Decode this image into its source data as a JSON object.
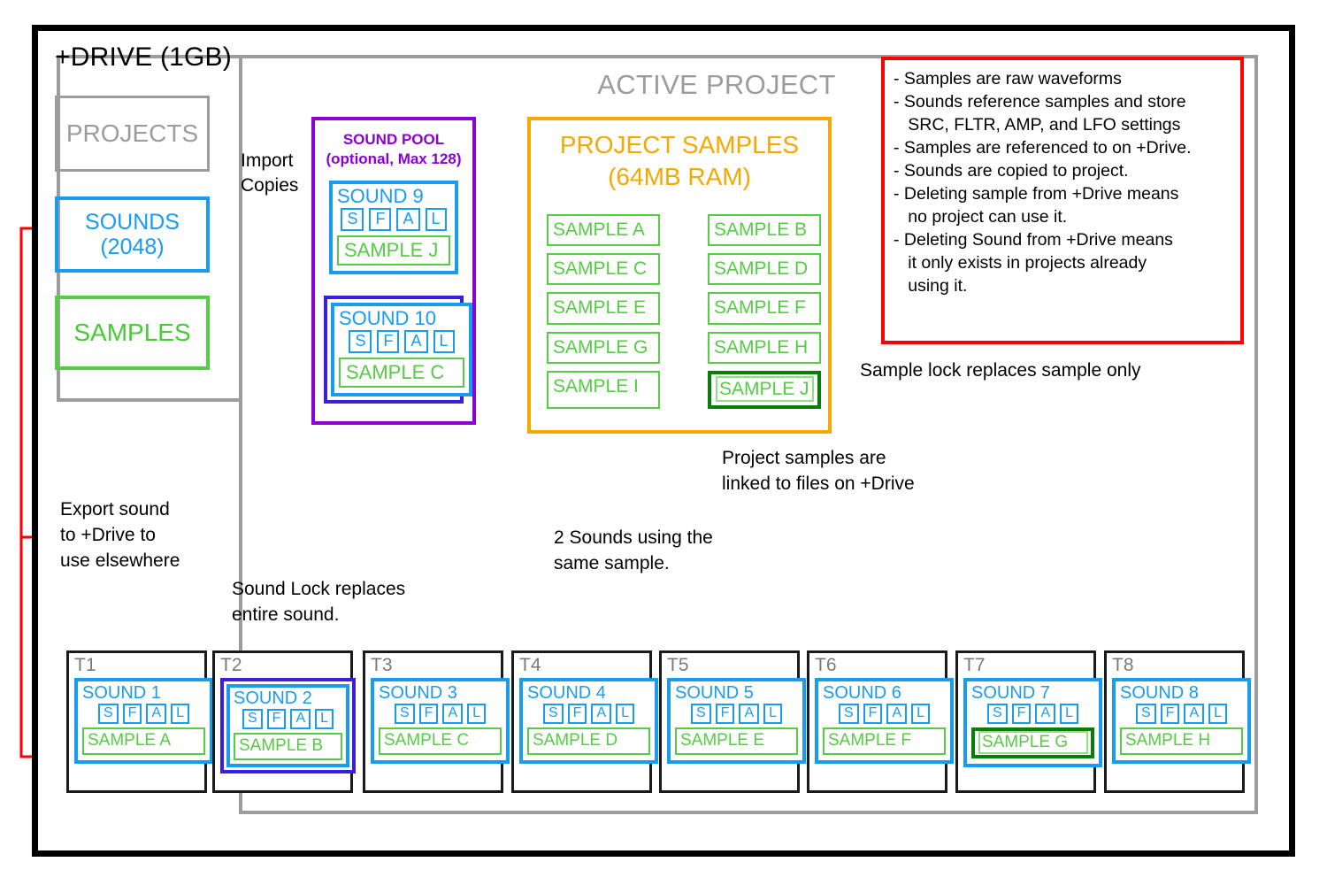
{
  "frame": {
    "label": "+DRIVE (1GB)"
  },
  "drive": {
    "projects": "PROJECTS",
    "sounds_line1": "SOUNDS",
    "sounds_line2": "(2048)",
    "samples": "SAMPLES"
  },
  "active_project": {
    "title": "ACTIVE PROJECT"
  },
  "import_copies": "Import\nCopies",
  "sound_pool": {
    "title_line1": "SOUND POOL",
    "title_line2": "(optional, Max 128)",
    "sounds": [
      {
        "name": "SOUND 9",
        "sfal": [
          "S",
          "F",
          "A",
          "L"
        ],
        "sample": "SAMPLE J"
      },
      {
        "name": "SOUND 10",
        "sfal": [
          "S",
          "F",
          "A",
          "L"
        ],
        "sample": "SAMPLE C"
      }
    ]
  },
  "project_samples": {
    "title_line1": "PROJECT SAMPLES",
    "title_line2": "(64MB RAM)",
    "samples": [
      "SAMPLE A",
      "SAMPLE B",
      "SAMPLE C",
      "SAMPLE D",
      "SAMPLE E",
      "SAMPLE F",
      "SAMPLE G",
      "SAMPLE H",
      "SAMPLE I",
      "SAMPLE J"
    ],
    "locked_sample": "SAMPLE J"
  },
  "notes": [
    "- Samples are raw waveforms",
    "- Sounds reference samples and store",
    "   SRC, FLTR, AMP, and LFO settings",
    "- Samples are referenced to on +Drive.",
    "- Sounds are copied to project.",
    "- Deleting sample from +Drive means",
    "   no project can use it.",
    "- Deleting Sound from +Drive means",
    "   it only exists in projects already",
    "   using it."
  ],
  "callouts": {
    "sample_lock": "Sample lock replaces sample only",
    "project_samples_linked": "Project samples are\nlinked to files on +Drive",
    "export_sound": "Export sound\nto +Drive to\nuse elsewhere",
    "two_sounds": "2 Sounds using the\nsame sample.",
    "sound_lock": "Sound Lock replaces\nentire sound."
  },
  "tracks": [
    {
      "label": "T1",
      "sound": "SOUND 1",
      "sfal": [
        "S",
        "F",
        "A",
        "L"
      ],
      "sample": "SAMPLE A",
      "sound_locked": false,
      "sample_locked": false
    },
    {
      "label": "T2",
      "sound": "SOUND 2",
      "sfal": [
        "S",
        "F",
        "A",
        "L"
      ],
      "sample": "SAMPLE B",
      "sound_locked": true,
      "sample_locked": false
    },
    {
      "label": "T3",
      "sound": "SOUND 3",
      "sfal": [
        "S",
        "F",
        "A",
        "L"
      ],
      "sample": "SAMPLE C",
      "sound_locked": false,
      "sample_locked": false
    },
    {
      "label": "T4",
      "sound": "SOUND 4",
      "sfal": [
        "S",
        "F",
        "A",
        "L"
      ],
      "sample": "SAMPLE D",
      "sound_locked": false,
      "sample_locked": false
    },
    {
      "label": "T5",
      "sound": "SOUND 5",
      "sfal": [
        "S",
        "F",
        "A",
        "L"
      ],
      "sample": "SAMPLE E",
      "sound_locked": false,
      "sample_locked": false
    },
    {
      "label": "T6",
      "sound": "SOUND 6",
      "sfal": [
        "S",
        "F",
        "A",
        "L"
      ],
      "sample": "SAMPLE F",
      "sound_locked": false,
      "sample_locked": false
    },
    {
      "label": "T7",
      "sound": "SOUND 7",
      "sfal": [
        "S",
        "F",
        "A",
        "L"
      ],
      "sample": "SAMPLE G",
      "sound_locked": false,
      "sample_locked": true
    },
    {
      "label": "T8",
      "sound": "SOUND 8",
      "sfal": [
        "S",
        "F",
        "A",
        "L"
      ],
      "sample": "SAMPLE H",
      "sound_locked": false,
      "sample_locked": false
    }
  ],
  "colors": {
    "red": "#ff0000",
    "blue": "#189cf0",
    "green": "#55cc44",
    "purple": "#8b00d4",
    "indigo": "#3b1ce0",
    "orange": "#f5a800",
    "grey": "#9c9c9c",
    "dark_green": "#0a7c0a",
    "black": "#000000"
  }
}
